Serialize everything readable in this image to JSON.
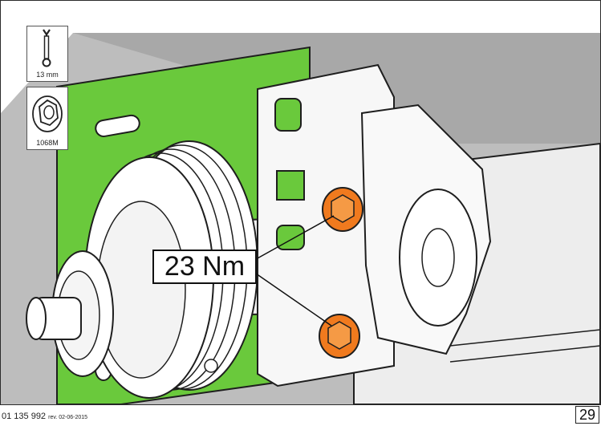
{
  "tools": {
    "wrench": {
      "icon": "wrench-icon",
      "label": "13 mm"
    },
    "nut": {
      "icon": "hex-nut-icon",
      "label": "1068M"
    }
  },
  "callout": {
    "torque": "23 Nm"
  },
  "footer": {
    "doc_number": "01 135 992",
    "revision": "rev. 02-06-2015",
    "page": "29"
  },
  "colors": {
    "bracket_green": "#6ac93c",
    "nut_orange": "#f07a1e",
    "background_gray": "#bcbcbc",
    "outline": "#1e1e1e"
  }
}
